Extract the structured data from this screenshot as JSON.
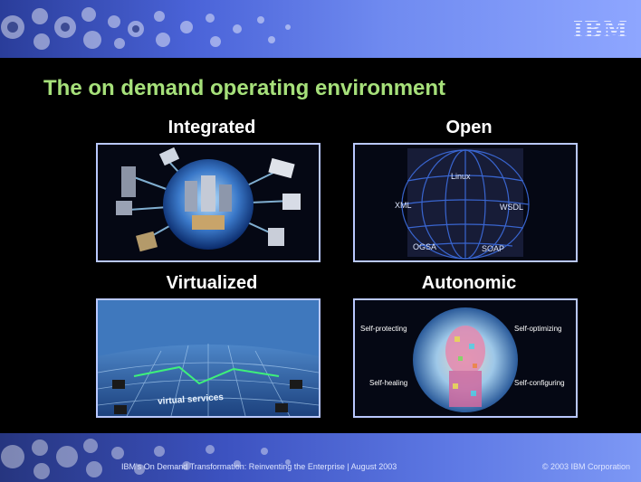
{
  "header": {
    "logo": "IBM"
  },
  "slide": {
    "title": "The on demand operating environment"
  },
  "quadrants": [
    {
      "label": "Integrated",
      "terms": []
    },
    {
      "label": "Open",
      "terms": [
        "Linux",
        "XML",
        "WSDL",
        "OGSA",
        "SOAP"
      ]
    },
    {
      "label": "Virtualized",
      "terms": [
        "virtual services"
      ]
    },
    {
      "label": "Autonomic",
      "terms": [
        "Self-protecting",
        "Self-optimizing",
        "Self-healing",
        "Self-configuring"
      ]
    }
  ],
  "footer": {
    "left": "IBM's On Demand Transformation: Reinventing the Enterprise | August 2003",
    "right": "© 2003 IBM Corporation"
  },
  "colors": {
    "title": "#a6e07a",
    "header": "#4a63d8",
    "panel_border": "#b9c8ff"
  }
}
